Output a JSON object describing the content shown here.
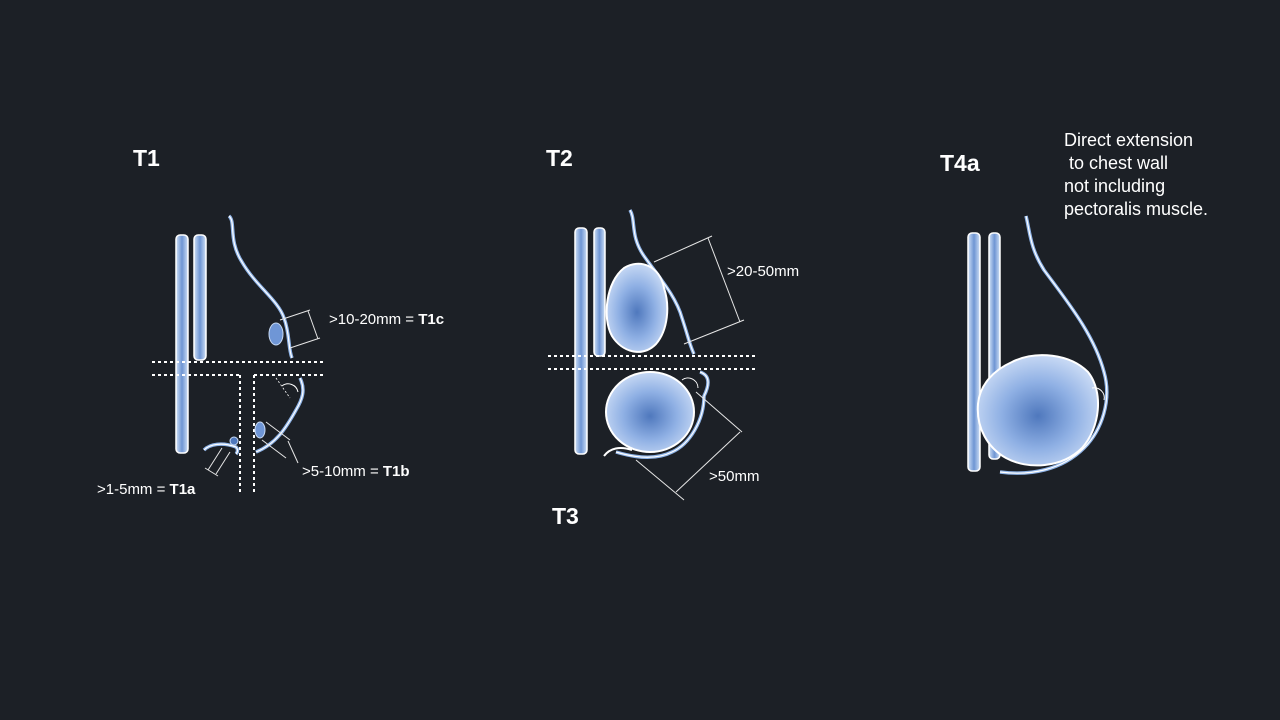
{
  "colors": {
    "background": "#1c2026",
    "tissue_outline": "#8fb4e8",
    "tissue_light": "#c7d9f3",
    "tumor": "#a9c3ec",
    "tumor_dark": "#5f86c8",
    "guide_lines": "#e6e6e6"
  },
  "panels": {
    "t1": {
      "title": "T1",
      "label_t1c": {
        "text": ">10-20mm = ",
        "bold": "T1c"
      },
      "label_t1b": {
        "text": ">5-10mm = ",
        "bold": "T1b"
      },
      "label_t1a": {
        "text": ">1-5mm = ",
        "bold": "T1a"
      }
    },
    "t2": {
      "title": "T2",
      "label_size": ">20-50mm"
    },
    "t3": {
      "title": "T3",
      "label_size": ">50mm"
    },
    "t4a": {
      "title": "T4a",
      "note_lines": [
        "Direct extension",
        " to chest wall",
        "not including",
        "pectoralis muscle."
      ]
    }
  }
}
